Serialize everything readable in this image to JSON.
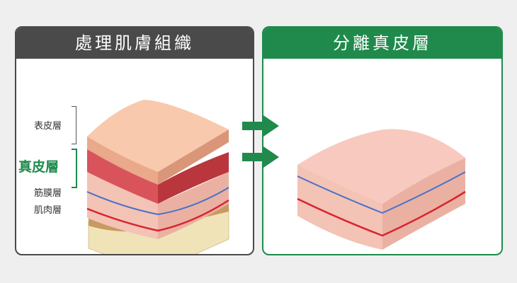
{
  "left_panel": {
    "title": "處理肌膚組織",
    "labels": {
      "epidermis": "表皮層",
      "dermis": "真皮層",
      "fascia": "筋膜層",
      "muscle": "肌肉層"
    }
  },
  "right_panel": {
    "title": "分離真皮層"
  },
  "colors": {
    "dark_header": "#4a4a4a",
    "green_header": "#1f8a4c",
    "skin_top": "#f8c9ac",
    "dermis_red": "#d9535a",
    "fascia_tan": "#c79a63",
    "muscle_yellow": "#f1e3b8",
    "vein_blue": "#4a72c9",
    "artery_red": "#d9232e"
  }
}
